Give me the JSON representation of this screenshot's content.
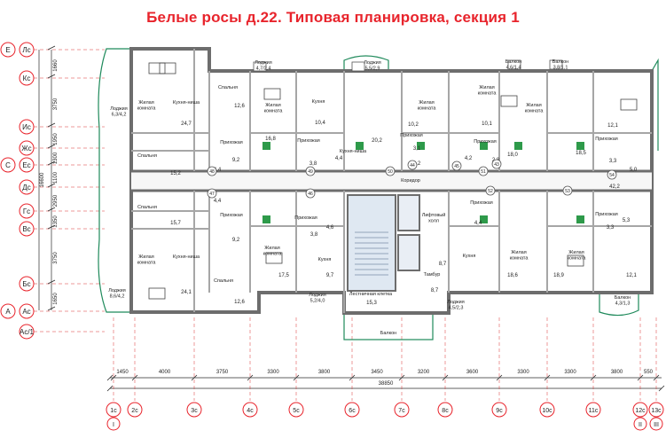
{
  "title": "Белые росы д.22. Типовая планировка, секция 1",
  "row_axes": [
    "Е",
    "Лс",
    "Кс",
    "Ис",
    "Жс",
    "С",
    "Ес",
    "Дс",
    "Гс",
    "Вс",
    "Бс",
    "А",
    "Ас",
    "Ас/1"
  ],
  "left_dims": [
    "1660",
    "3750",
    "1950",
    "1300",
    "1100",
    "2950",
    "1350",
    "3750",
    "1650"
  ],
  "left_total": "16600",
  "column_axes": [
    "1с",
    "2с",
    "3с",
    "4с",
    "5с",
    "6с",
    "7с",
    "8с",
    "9с",
    "10с",
    "11с",
    "12с",
    "13с"
  ],
  "column_axes_sub": [
    "I",
    "II",
    "III"
  ],
  "bottom_dims": [
    "1450",
    "4000",
    "3750",
    "3300",
    "3800",
    "3450",
    "3200",
    "3600",
    "3300",
    "3300",
    "3800",
    "550"
  ],
  "bottom_total": "38850",
  "rooms": {
    "loggia_left_top": "Лоджия\n6,3/4,2",
    "living_1": "Жилая\nкомната",
    "kitchen_1": "Кухня-ниша",
    "area_24_7": "24,7",
    "bedroom_1": "Спальня",
    "area_12_6_a": "12,6",
    "hall_1": "Прихожая",
    "area_9_2_a": "9,2",
    "bedroom_2": "Спальня",
    "area_15_2": "15,2",
    "area_4_4_a": "4,4",
    "bedroom_3": "Спальня",
    "area_4_4_b": "4,4",
    "area_15_7": "15,7",
    "hall_2": "Прихожая",
    "area_9_2_b": "9,2",
    "living_2": "Жилая\nкомната",
    "kitchen_2": "Кухня-ниша",
    "area_24_1": "24,1",
    "bedroom_4": "Спальня",
    "area_12_6_b": "12,6",
    "loggia_left_bottom": "Лоджия\n8,6/4,2",
    "loggia_top_1": "Лоджия\n4,7/2,4",
    "living_top_1": "Жилая\nкомната",
    "area_16_8": "16,8",
    "kitchen_top_1": "Кухня",
    "area_10_4": "10,4",
    "hall_top_1": "Прихожая",
    "area_3_8_a": "3,8",
    "area_4_4_c": "4,4",
    "kitchen_niche_top": "Кухня-ниша",
    "area_20_2": "20,2",
    "loggia_top_2": "Лоджия\n5,5/2,9",
    "living_top_2": "Жилая\nкомната",
    "area_10_2": "10,2",
    "hall_top_2": "Прихожая",
    "area_3_1": "3,1",
    "area_3_2": "3,2",
    "balcony_top_1": "Балкон\n4,6/1,4",
    "living_top_3": "Жилая\nкомната",
    "area_10_1": "10,1",
    "hall_top_3": "Прихожая",
    "area_4_2": "4,2",
    "area_2_8": "2,8",
    "area_18_0": "18,0",
    "balcony_top_2": "Балкон\n3,8/1,1",
    "living_top_4": "Жилая\nкомната",
    "area_18_5": "18,5",
    "hall_top_4": "Прихожая",
    "area_12_1_a": "12,1",
    "area_3_3_a": "3,3",
    "area_5_0": "5,0",
    "corridor": "Коридор",
    "area_42_2": "42,2",
    "living_bot_1": "Жилая\nкомната",
    "area_17_5": "17,5",
    "hall_bot_1": "Прихожая",
    "area_3_8_b": "3,8",
    "area_4_6": "4,6",
    "kitchen_bot_1": "Кухня",
    "area_9_7": "9,7",
    "loggia_bot_1": "Лоджия\n5,2/4,0",
    "stair": "Лестничная клетка",
    "area_15_3": "15,3",
    "elevator_hall": "Лифтовый\nхолл",
    "area_8_7_a": "8,7",
    "vestibule": "Тамбур",
    "area_8_7_b": "8,7",
    "loggia_bot_2": "Лоджия\n4,5/2,3",
    "hall_bot_2": "Прихожая",
    "area_4_4_d": "4,4",
    "kitchen_bot_2": "Кухня",
    "living_bot_2": "Жилая\nкомната",
    "area_18_6": "18,6",
    "living_bot_3": "Жилая\nкомната",
    "area_18_9": "18,9",
    "hall_bot_3": "Прихожая",
    "area_5_3": "5,3",
    "area_3_3_b": "3,3",
    "area_12_1_b": "12,1",
    "balcony_bot_right": "Балкон\n4,3/1,3",
    "balcony_bottom_center": "Балкон"
  },
  "apt_numbers": [
    "48",
    "47",
    "46",
    "49",
    "50",
    "51",
    "52",
    "53",
    "54",
    "45",
    "44",
    "43"
  ],
  "colors": {
    "title": "#e8242c",
    "axis_bubble": "#e8242c",
    "wall": "#6d6d6d",
    "partition": "#a6a6a6",
    "balcony": "#1f8a5b",
    "dim_line": "#2b2b2b",
    "stair_fill": "#dfe8f2",
    "appliance": "#2e9a4a"
  }
}
